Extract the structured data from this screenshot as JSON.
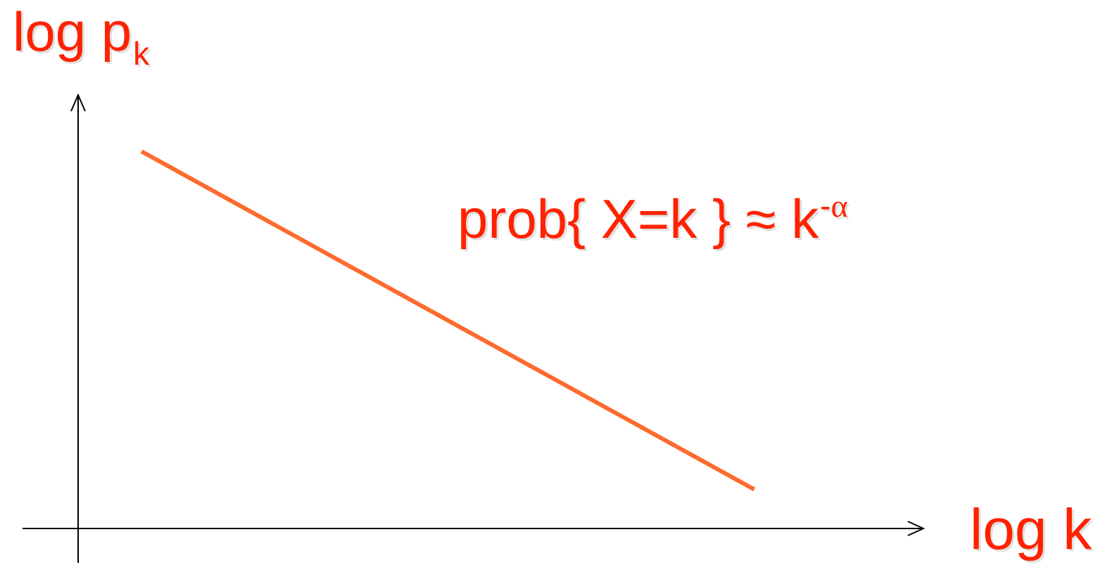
{
  "diagram": {
    "y_axis_label": {
      "main": "log p",
      "subscript": "k"
    },
    "x_axis_label": "log k",
    "formula": {
      "base": "prob{ X=k } ≈ k",
      "exponent_sign": "-",
      "exponent_symbol": "α"
    }
  },
  "colors": {
    "label_text": "#ff2200",
    "line": "#ff6a2e",
    "axes": "#000000",
    "background": "#ffffff"
  },
  "chart_data": {
    "type": "line",
    "xlabel": "log k",
    "ylabel": "log pk",
    "series": [
      {
        "x": [
          0.075,
          0.8
        ],
        "y": [
          0.87,
          0.09
        ]
      }
    ],
    "grid": false,
    "legend": "none"
  }
}
